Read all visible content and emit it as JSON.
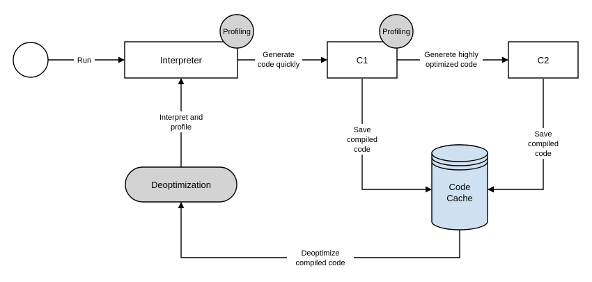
{
  "nodes": {
    "interpreter": "Interpreter",
    "c1": "C1",
    "c2": "C2",
    "deoptimization": "Deoptimization",
    "cache_line1": "Code",
    "cache_line2": "Cache",
    "profiling_1": "Profiling",
    "profiling_2": "Profiling"
  },
  "edges": {
    "run": "Run",
    "generate_quick_1": "Generate",
    "generate_quick_2": "code quickly",
    "generate_opt_1": "Generete highly",
    "generate_opt_2": "optimized code",
    "interpret_1": "Interpret and",
    "interpret_2": "profile",
    "save_c1_1": "Save",
    "save_c1_2": "compiled",
    "save_c1_3": "code",
    "save_c2_1": "Save",
    "save_c2_2": "compiled",
    "save_c2_3": "code",
    "deopt_1": "Deoptimize",
    "deopt_2": "compiled code"
  },
  "colors": {
    "stroke": "#000000",
    "grey_fill": "#d3d3d3",
    "cache_fill": "#cfe0f0"
  }
}
